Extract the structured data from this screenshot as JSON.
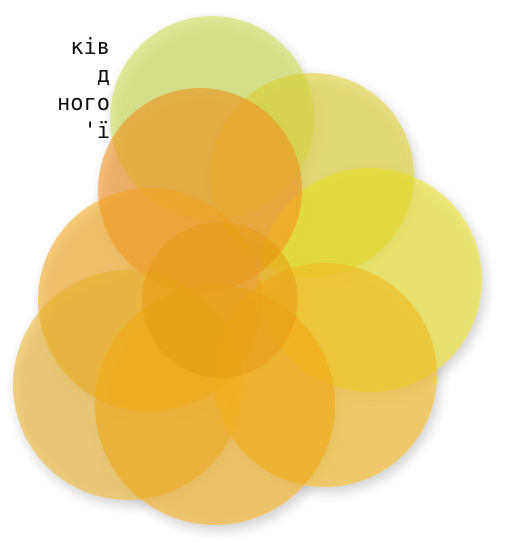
{
  "text_fragment": {
    "lines": [
      "ків",
      "д",
      "ного",
      "'ї"
    ]
  },
  "graphic": {
    "petals": [
      {
        "color": "#c9db4a"
      },
      {
        "color": "#dccd2a"
      },
      {
        "color": "#eadf1e"
      },
      {
        "color": "#f08a1a"
      },
      {
        "color": "#f2a21a"
      },
      {
        "color": "#e8b024"
      },
      {
        "color": "#f2b41a"
      },
      {
        "color": "#f0a812"
      },
      {
        "color": "#e89a14"
      }
    ]
  }
}
